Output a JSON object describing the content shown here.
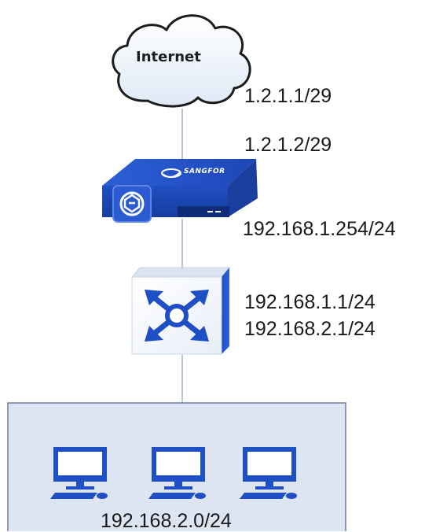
{
  "internet": {
    "label": "Internet",
    "gateway_ip": "1.2.1.1/29"
  },
  "firewall": {
    "brand": "SANGFOR",
    "wan_ip": "1.2.1.2/29",
    "lan_ip": "192.168.1.254/24"
  },
  "core_switch": {
    "ip_1": "192.168.1.1/24",
    "ip_2": "192.168.2.1/24"
  },
  "lan": {
    "subnet": "192.168.2.0/24",
    "hosts": [
      "pc",
      "pc",
      "pc"
    ]
  },
  "colors": {
    "device_blue": "#1f4fc4",
    "cloud_stroke": "#1c1c1c",
    "link": "#9fb2c8",
    "lan_bg": "#dde5f3",
    "lan_border": "#6b7fa6"
  }
}
